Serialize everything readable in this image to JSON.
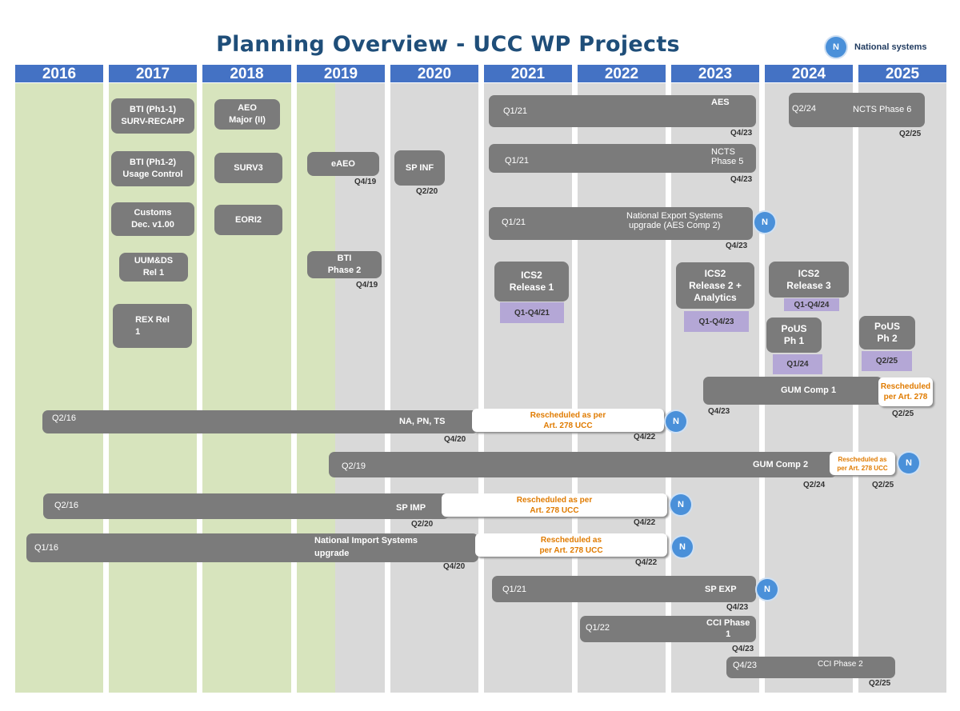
{
  "title": "Planning Overview - UCC WP Projects",
  "legend": {
    "badge": "N",
    "label": "National systems"
  },
  "years": [
    "2016",
    "2017",
    "2018",
    "2019",
    "2020",
    "2021",
    "2022",
    "2023",
    "2024",
    "2025"
  ],
  "boxes": {
    "bti_ph11": "BTI (Ph1-1)\nSURV-RECAPP",
    "bti_ph12": "BTI (Ph1-2)\nUsage Control",
    "customs_dec": "Customs\nDec. v1.00",
    "uum_ds": "UUM&DS\nRel 1",
    "rex": "REX Rel\n1",
    "aeo": "AEO\nMajor (II)",
    "surv3": "SURV3",
    "eori2": "EORI2",
    "eaeo": "eAEO",
    "bti_ph2": "BTI\nPhase 2",
    "sp_inf": "SP INF",
    "ics2_r1": "ICS2\nRelease 1",
    "ics2_r2": "ICS2\nRelease 2 +\nAnalytics",
    "ics2_r3": "ICS2\nRelease 3",
    "pous1": "PoUS\nPh 1",
    "pous2": "PoUS\nPh 2"
  },
  "bars": {
    "aes": {
      "name": "AES",
      "start": "Q1/21",
      "end": "Q4/23"
    },
    "ncts5": {
      "name": "NCTS\nPhase 5",
      "start": "Q1/21",
      "end": "Q4/23"
    },
    "ncts6": {
      "name": "NCTS Phase 6",
      "start": "Q2/24",
      "end": "Q2/25"
    },
    "nat_export": {
      "name": "National  Export Systems\nupgrade (AES Comp 2)",
      "start": "Q1/21",
      "end": "Q4/23"
    },
    "gum1": {
      "name": "GUM Comp 1",
      "start": "Q4/23",
      "end": "Q2/25",
      "resched": "Rescheduled\nper Art. 278"
    },
    "napnts": {
      "name": "NA, PN, TS",
      "start": "Q2/16",
      "end": "Q4/20",
      "end2": "Q4/22",
      "resched": "Rescheduled as per\nArt. 278 UCC"
    },
    "gum2": {
      "name": "GUM Comp 2",
      "start": "Q2/19",
      "end": "Q2/24",
      "end2": "Q2/25",
      "resched": "Rescheduled as\nper  Art. 278 UCC"
    },
    "spimp": {
      "name": "SP IMP",
      "start": "Q2/16",
      "end": "Q2/20",
      "end2": "Q4/22",
      "resched": "Rescheduled as per\nArt. 278 UCC"
    },
    "nat_import": {
      "name": "National Import Systems\nupgrade",
      "start": "Q1/16",
      "end": "Q4/20",
      "end2": "Q4/22",
      "resched": "Rescheduled as\nper Art. 278 UCC"
    },
    "spexp": {
      "name": "SP EXP",
      "start": "Q1/21",
      "end": "Q4/23"
    },
    "cci1": {
      "name": "CCI  Phase\n1",
      "start": "Q1/22",
      "end": "Q4/23"
    },
    "cci2": {
      "name": "CCI Phase 2",
      "start": "Q4/23",
      "end": "Q2/25"
    }
  },
  "box_dates": {
    "eaeo": "Q4/19",
    "bti_ph2": "Q4/19",
    "sp_inf": "Q2/20",
    "ics2_r1": "Q1-Q4/21",
    "ics2_r2": "Q1-Q4/23",
    "ics2_r3": "Q1-Q4/24",
    "pous1": "Q1/24",
    "pous2": "Q2/25"
  }
}
